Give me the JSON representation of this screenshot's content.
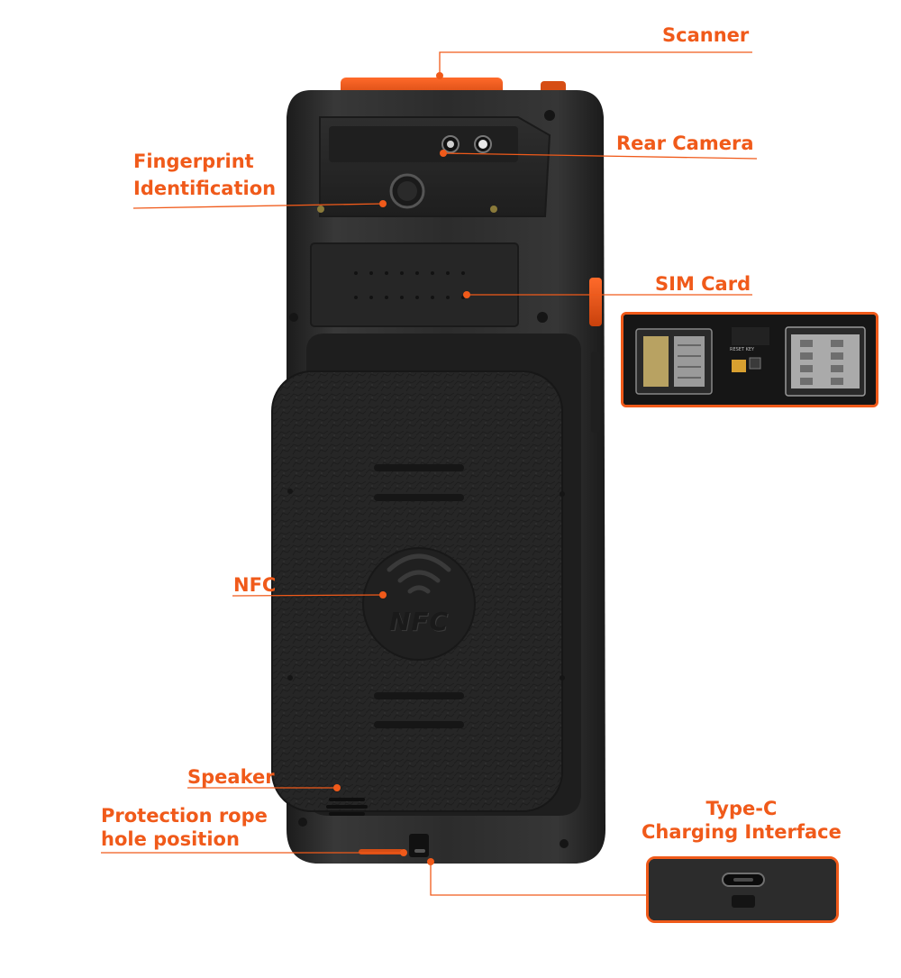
{
  "callouts": {
    "scanner": "Scanner",
    "rear_camera": "Rear Camera",
    "fingerprint_line1": "Fingerprint",
    "fingerprint_line2": "Identification",
    "sim_card": "SIM Card",
    "nfc": "NFC",
    "speaker": "Speaker",
    "rope_line1": "Protection rope",
    "rope_line2": "hole position",
    "typec_line1": "Type-C",
    "typec_line2": "Charging Interface"
  },
  "device": {
    "nfc_mark": "NFC",
    "board_reset_text": "RESET KEY"
  },
  "colors": {
    "accent": "#f05a1a",
    "body": "#2a2a2a",
    "background": "#ffffff"
  },
  "icons": [
    "nfc-waves-icon",
    "sim-tray-icon",
    "usb-c-port-icon"
  ]
}
